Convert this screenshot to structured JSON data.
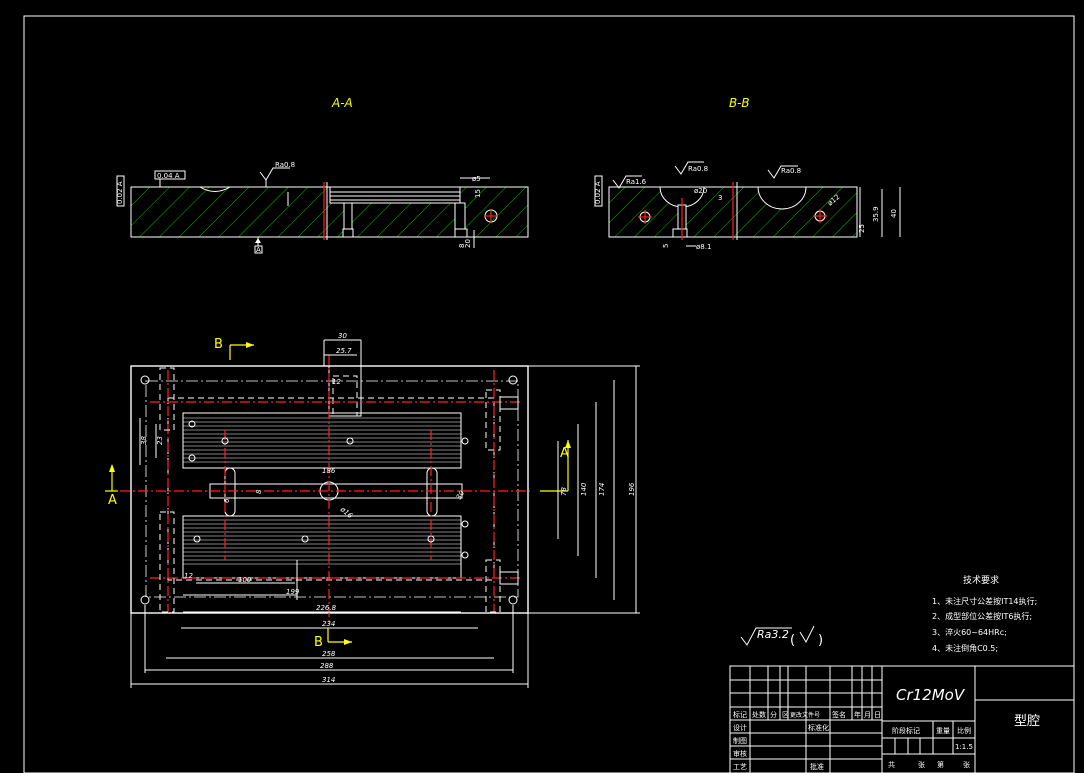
{
  "colors": {
    "background": "#000000",
    "line": "#ffffff",
    "center_line": "#ff2020",
    "section_label": "#ffff00",
    "hatch": "#00c000"
  },
  "sections": {
    "aa_title": "A-A",
    "bb_title": "B-B"
  },
  "plan_view": {
    "cut_a_left": "A",
    "cut_a_right": "A",
    "cut_b_top": "B",
    "cut_b_bottom": "B",
    "dims": {
      "d30": "30",
      "d25_7": "25.7",
      "d12_top": "12",
      "d38": "38",
      "d23": "23",
      "d186": "186",
      "d8": "8",
      "d6": "6",
      "d30_right": "30",
      "dia_r": "ø16",
      "d78": "78",
      "d140": "140",
      "d174": "174",
      "d196": "196",
      "d12_bot": "12",
      "d100": "100",
      "d199": "199",
      "d226": "226.8",
      "d234": "234",
      "d258": "258",
      "d288": "288",
      "d314": "314"
    }
  },
  "aa_dims": {
    "tol": "0.04 A",
    "ra": "Ra0.8",
    "d5": "ø5",
    "d15": "15",
    "d20": "20",
    "d8": "8",
    "datum": "A"
  },
  "bb_dims": {
    "ra1": "Ra1.6",
    "ra2": "Ra0.8",
    "ra3": "Ra0.8",
    "d2": "ø20",
    "d3": "3",
    "d_r": "ø8.1",
    "d12": "ø12",
    "d5": "5",
    "d25": "25",
    "d35_9": "35.9",
    "d40": "40",
    "tol": "0.02 A"
  },
  "surface_roughness": {
    "symbol": "Ra3.2",
    "paren_open": "(",
    "paren_close": ")"
  },
  "tech_requirements": {
    "title": "技术要求",
    "items": [
      "1、未注尺寸公差按IT14执行;",
      "2、成型部位公差按IT6执行;",
      "3、淬火60~64HRc;",
      "4、未注倒角C0.5;"
    ]
  },
  "title_block": {
    "material": "Cr12MoV",
    "part_name": "型腔",
    "row_headers": [
      "标记",
      "处数",
      "分",
      "区",
      "更改文件号",
      "签名",
      "年",
      "月",
      "日"
    ],
    "stage_label": "阶段标记",
    "weight_label": "重量",
    "scale_label": "比例",
    "scale_value": "1:1.5",
    "design": "设计",
    "drawing": "制图",
    "check": "审核",
    "process": "工艺",
    "standardize": "标准化",
    "approve": "批准",
    "total": "共",
    "sheets": "张",
    "page": "第",
    "page_sheets": "张"
  }
}
